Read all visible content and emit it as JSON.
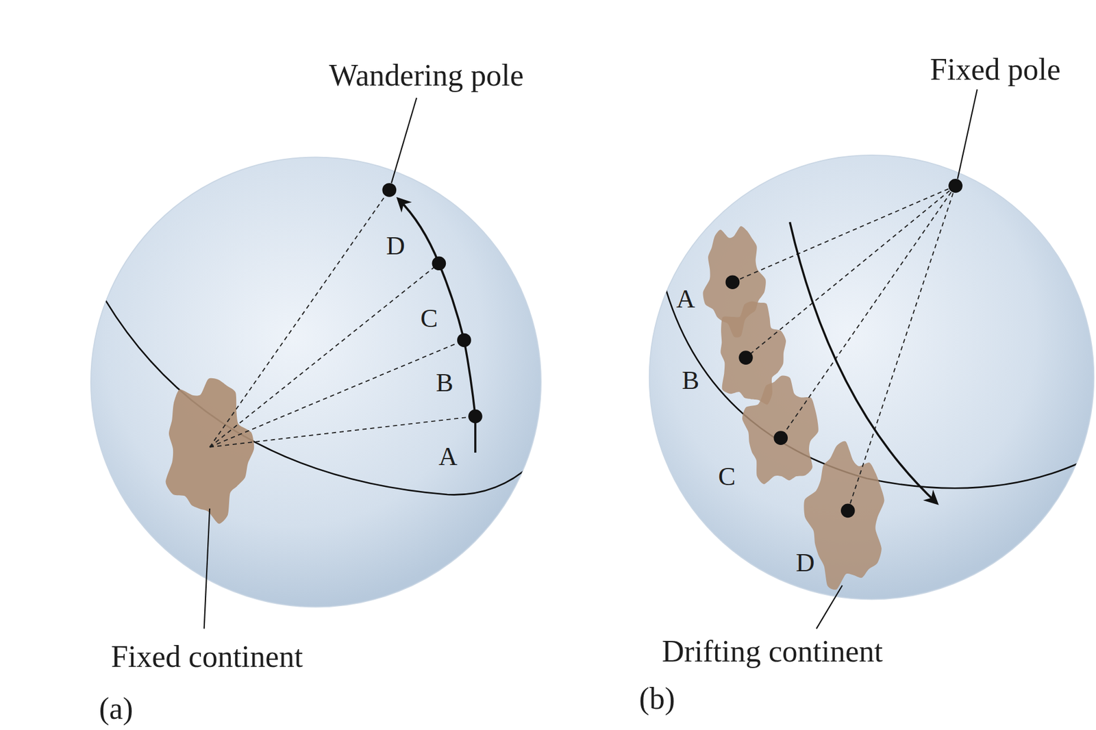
{
  "diagram": {
    "labels": [
      "Wandering pole",
      "D",
      "C",
      "B",
      "A",
      "Fixed continent",
      "(a)",
      "Fixed pole",
      "A",
      "B",
      "C",
      "D",
      "Drifting continent",
      "(b)"
    ]
  }
}
